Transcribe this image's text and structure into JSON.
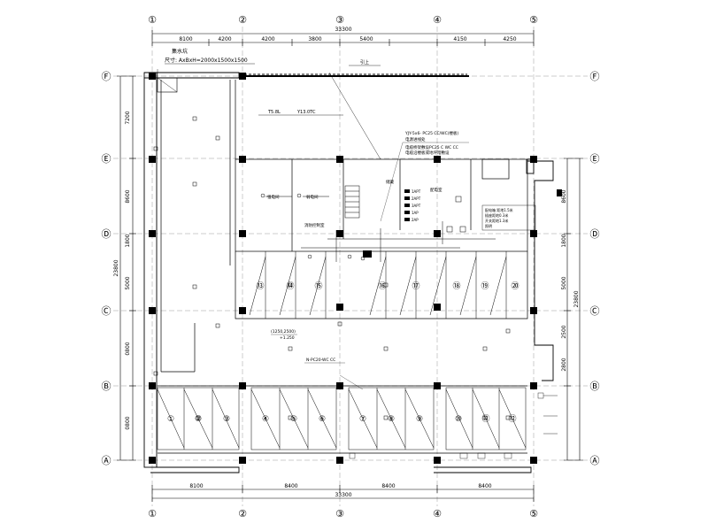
{
  "drawing": {
    "grid_columns": [
      "①",
      "②",
      "③",
      "④",
      "⑤"
    ],
    "grid_rows": [
      "Ⓐ",
      "Ⓑ",
      "Ⓒ",
      "Ⓓ",
      "Ⓔ",
      "Ⓕ"
    ],
    "top_total": "33300",
    "top_dims": [
      "8100",
      "4200",
      "4200",
      "3800",
      "5400",
      "4150",
      "4250"
    ],
    "bottom_dims": [
      "8100",
      "8400",
      "8400",
      "8400"
    ],
    "bottom_total": "33300",
    "left_dims": [
      "7200",
      "8600",
      "1800",
      "5000",
      "0800",
      "0800"
    ],
    "left_total": "23800",
    "right_dims": [
      "8600",
      "1800",
      "5000",
      "2500",
      "2800"
    ],
    "right_total": "23800",
    "pit_label": "集水坑",
    "pit_size": "尺寸: AxBxH=2000x1500x1500",
    "pit_ref": "引上",
    "level_mark_1": "T5.8L",
    "level_mark_2": "Y13.0TC",
    "cable_note_1": "YJY-5x6- PC25 CC/WC(楼板)",
    "cable_note_2": "电源进线处",
    "cable_note_3": "电缆桥架敷设PC25 C WC CC",
    "cable_note_4": "电缆沿楼板或地坪暗敷设",
    "room_label_1": "强电间",
    "room_label_2": "弱电间",
    "room_label_3": "消防控制室",
    "room_label_4": "配电室",
    "room_label_5": "储藏",
    "panel_labels": [
      "1APT",
      "2APT",
      "3APT",
      "1AP",
      "2AP"
    ],
    "elev_note_1": "(1250,2500)",
    "elev_note_2": "+1.250",
    "bus_note": "N-PC20-WC CC",
    "right_note_1": "配电箱 距地1.5米",
    "right_note_2": "插座距地0.3米",
    "right_note_3": "开关距地1.3米",
    "right_note_4": "照明",
    "upper_bays": [
      "⑬",
      "⑭",
      "⑮",
      "⑯",
      "⑰",
      "⑱",
      "⑲",
      "⑳"
    ],
    "lower_bays": [
      "①",
      "②",
      "③",
      "④",
      "⑤",
      "⑥",
      "⑦",
      "⑧",
      "⑨",
      "⑩",
      "⑪",
      "⑫"
    ]
  }
}
